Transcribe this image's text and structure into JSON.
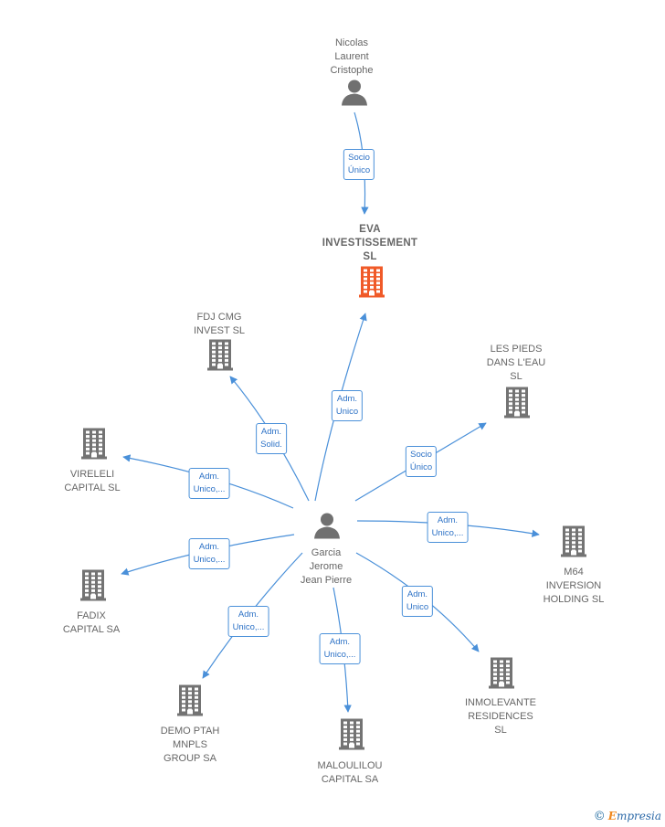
{
  "colors": {
    "edge": "#4a90d9",
    "company": "#737373",
    "highlight": "#f05a28",
    "person": "#707070"
  },
  "nodes": {
    "nicolas": {
      "label": "Nicolas\nLaurent\nCristophe",
      "kind": "person"
    },
    "eva": {
      "label": "EVA\nINVESTISSEMENT\nSL",
      "kind": "company-highlight"
    },
    "garcia": {
      "label": "Garcia\nJerome\nJean Pierre",
      "kind": "person"
    },
    "fdj": {
      "label": "FDJ CMG\nINVEST  SL",
      "kind": "company"
    },
    "lespieds": {
      "label": "LES PIEDS\nDANS L'EAU\nSL",
      "kind": "company"
    },
    "vireleli": {
      "label": "VIRELELI\nCAPITAL  SL",
      "kind": "company"
    },
    "m64": {
      "label": "M64\nINVERSION\nHOLDING  SL",
      "kind": "company"
    },
    "fadix": {
      "label": "FADIX\nCAPITAL SA",
      "kind": "company"
    },
    "inmolevante": {
      "label": "INMOLEVANTE\nRESIDENCES\nSL",
      "kind": "company"
    },
    "demo": {
      "label": "DEMO PTAH\nMNPLS\nGROUP SA",
      "kind": "company"
    },
    "maloulilou": {
      "label": "MALOULILOU\nCAPITAL SA",
      "kind": "company"
    }
  },
  "edges": [
    {
      "from": "nicolas",
      "to": "eva",
      "label": "Socio\nÚnico"
    },
    {
      "from": "garcia",
      "to": "eva",
      "label": "Adm.\nUnico"
    },
    {
      "from": "garcia",
      "to": "fdj",
      "label": "Adm.\nSolid."
    },
    {
      "from": "garcia",
      "to": "lespieds",
      "label": "Socio\nÚnico"
    },
    {
      "from": "garcia",
      "to": "vireleli",
      "label": "Adm.\nUnico,..."
    },
    {
      "from": "garcia",
      "to": "m64",
      "label": "Adm.\nUnico,..."
    },
    {
      "from": "garcia",
      "to": "fadix",
      "label": "Adm.\nUnico,..."
    },
    {
      "from": "garcia",
      "to": "inmolevante",
      "label": "Adm.\nUnico"
    },
    {
      "from": "garcia",
      "to": "demo",
      "label": "Adm.\nUnico,..."
    },
    {
      "from": "garcia",
      "to": "maloulilou",
      "label": "Adm.\nUnico,..."
    }
  ],
  "brand": {
    "copyright": "©",
    "name": "mpresia",
    "initial": "E"
  }
}
